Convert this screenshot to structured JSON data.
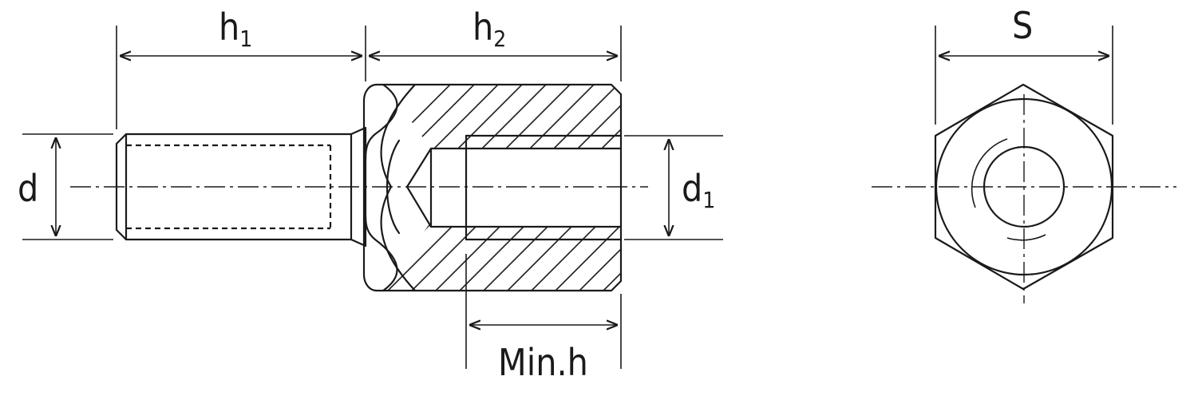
{
  "labels": {
    "h1": {
      "main": "h",
      "sub": "1"
    },
    "h2": {
      "main": "h",
      "sub": "2"
    },
    "d": "d",
    "d1": {
      "main": "d",
      "sub": "1"
    },
    "min_h": "Min.h",
    "s": "S"
  },
  "colors": {
    "line": "#1a1a1a",
    "background": "#ffffff"
  }
}
